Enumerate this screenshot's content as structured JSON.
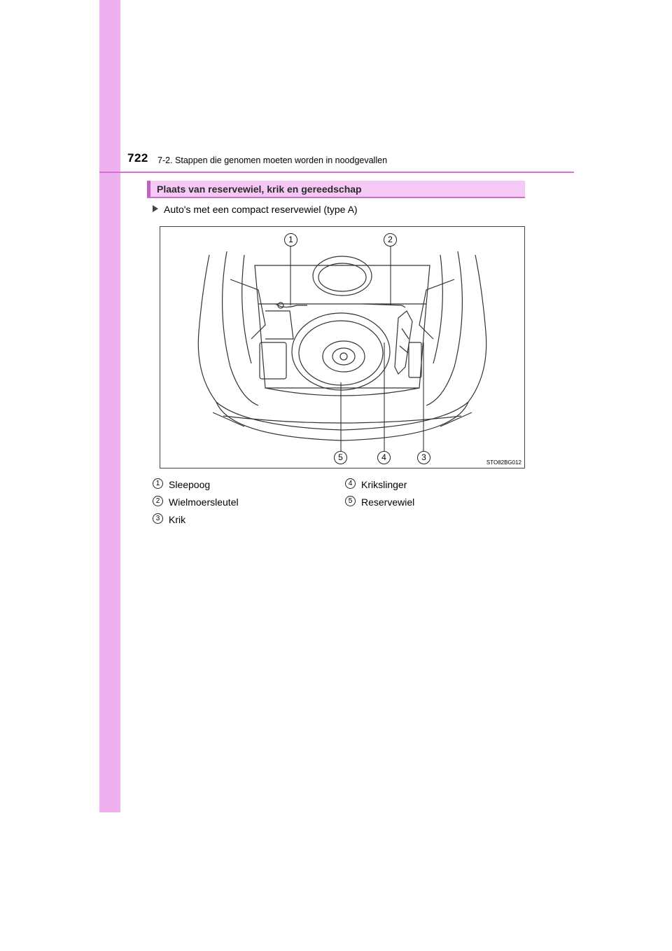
{
  "header": {
    "page_number": "722",
    "section_path": "7-2. Stappen die genomen moeten worden in noodgevallen"
  },
  "section": {
    "title": "Plaats van reservewiel, krik en gereedschap"
  },
  "subheading": {
    "text": "Auto's met een compact reservewiel (type A)"
  },
  "figure": {
    "code": "STO82BG012",
    "callouts": [
      "1",
      "2",
      "5",
      "4",
      "3"
    ]
  },
  "legend": [
    {
      "num": "1",
      "label": "Sleepoog"
    },
    {
      "num": "2",
      "label": "Wielmoersleutel"
    },
    {
      "num": "3",
      "label": "Krik"
    },
    {
      "num": "4",
      "label": "Krikslinger"
    },
    {
      "num": "5",
      "label": "Reservewiel"
    }
  ],
  "colors": {
    "sidebar": "#eeb0ee",
    "rule": "#d870d8",
    "section_bar": "#f6c8f6"
  }
}
